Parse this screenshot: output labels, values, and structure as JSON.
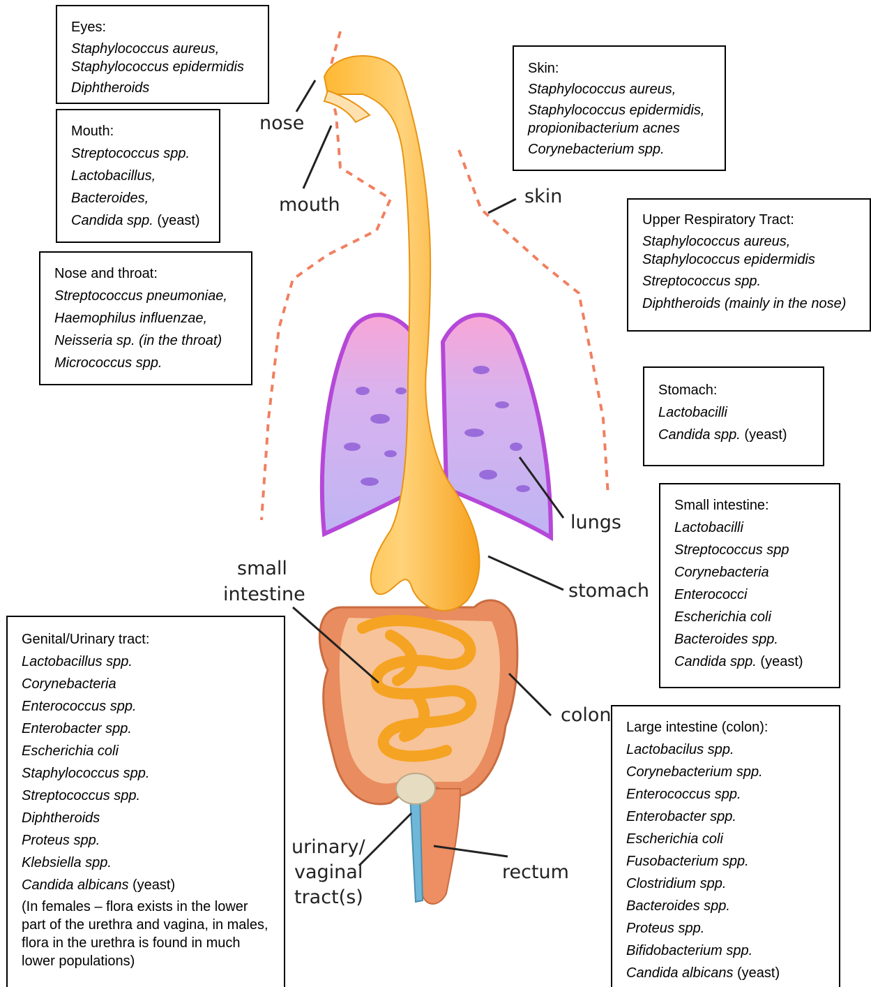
{
  "organ_labels": {
    "nose": "nose",
    "mouth": "mouth",
    "skin": "skin",
    "lungs": "lungs",
    "small_intestine_1": "small",
    "small_intestine_2": "intestine",
    "stomach": "stomach",
    "colon": "colon",
    "urinary_1": "urinary/",
    "urinary_2": "vaginal",
    "urinary_3": "tract(s)",
    "rectum": "rectum"
  },
  "eyes": {
    "title": "Eyes:",
    "items": [
      "Staphylococcus aureus,",
      "Staphylococcus epidermidis",
      "Diphtheroids"
    ]
  },
  "mouth_box": {
    "title": "Mouth:",
    "items": [
      "Streptococcus spp.",
      "Lactobacillus,",
      "Bacteroides,"
    ],
    "last_italic": "Candida spp.",
    "last_plain": " (yeast)"
  },
  "nose_throat": {
    "title": "Nose and throat:",
    "items": [
      "Streptococcus pneumoniae,",
      "Haemophilus influenzae,",
      "Neisseria sp. (in the throat)",
      "Micrococcus spp."
    ]
  },
  "skin_box": {
    "title": "Skin:",
    "items": [
      "Staphylococcus aureus,",
      "Staphylococcus epidermidis,",
      "propionibacterium acnes",
      "Corynebacterium spp."
    ]
  },
  "upper_resp": {
    "title": "Upper Respiratory Tract:",
    "items": [
      "Staphylococcus aureus,",
      "Staphylococcus epidermidis",
      "Streptococcus spp.",
      "Diphtheroids (mainly in the nose)"
    ]
  },
  "stomach_box": {
    "title": "Stomach:",
    "items": [
      "Lactobacilli"
    ],
    "last_italic": "Candida spp.",
    "last_plain": " (yeast)"
  },
  "small_int_box": {
    "title": "Small intestine:",
    "items": [
      "Lactobacilli",
      "Streptococcus spp",
      "Corynebacteria",
      "Enterococci",
      "Escherichia coli",
      "Bacteroides spp."
    ],
    "last_italic": "Candida spp.",
    "last_plain": " (yeast)"
  },
  "genital_box": {
    "title": "Genital/Urinary tract:",
    "items": [
      "Lactobacillus spp.",
      "Corynebacteria",
      "Enterococcus spp.",
      "Enterobacter spp.",
      "Escherichia coli",
      "Staphylococcus spp.",
      "Streptococcus spp.",
      "Diphtheroids",
      "Proteus spp.",
      "Klebsiella spp."
    ],
    "last_italic": "Candida albicans",
    "last_plain": " (yeast)",
    "note": "(In females – flora exists in the lower part of the urethra and vagina, in males, flora in the urethra is found in much lower populations)"
  },
  "large_int_box": {
    "title": "Large intestine (colon):",
    "items": [
      "Lactobacilus spp.",
      "Corynebacterium spp.",
      "Enterococcus spp.",
      "Enterobacter spp.",
      "Escherichia coli",
      "Fusobacterium spp.",
      "Clostridium spp.",
      "Bacteroides spp.",
      "Proteus spp.",
      "Bifidobacterium spp."
    ],
    "last_italic": "Candida albicans",
    "last_plain": " (yeast)"
  },
  "colors": {
    "tract": "#F9B233",
    "lung_top": "#F8A8D8",
    "lung_bottom": "#C7B3F2",
    "colon": "#E88A5E",
    "dashed_outline": "#F08060"
  }
}
